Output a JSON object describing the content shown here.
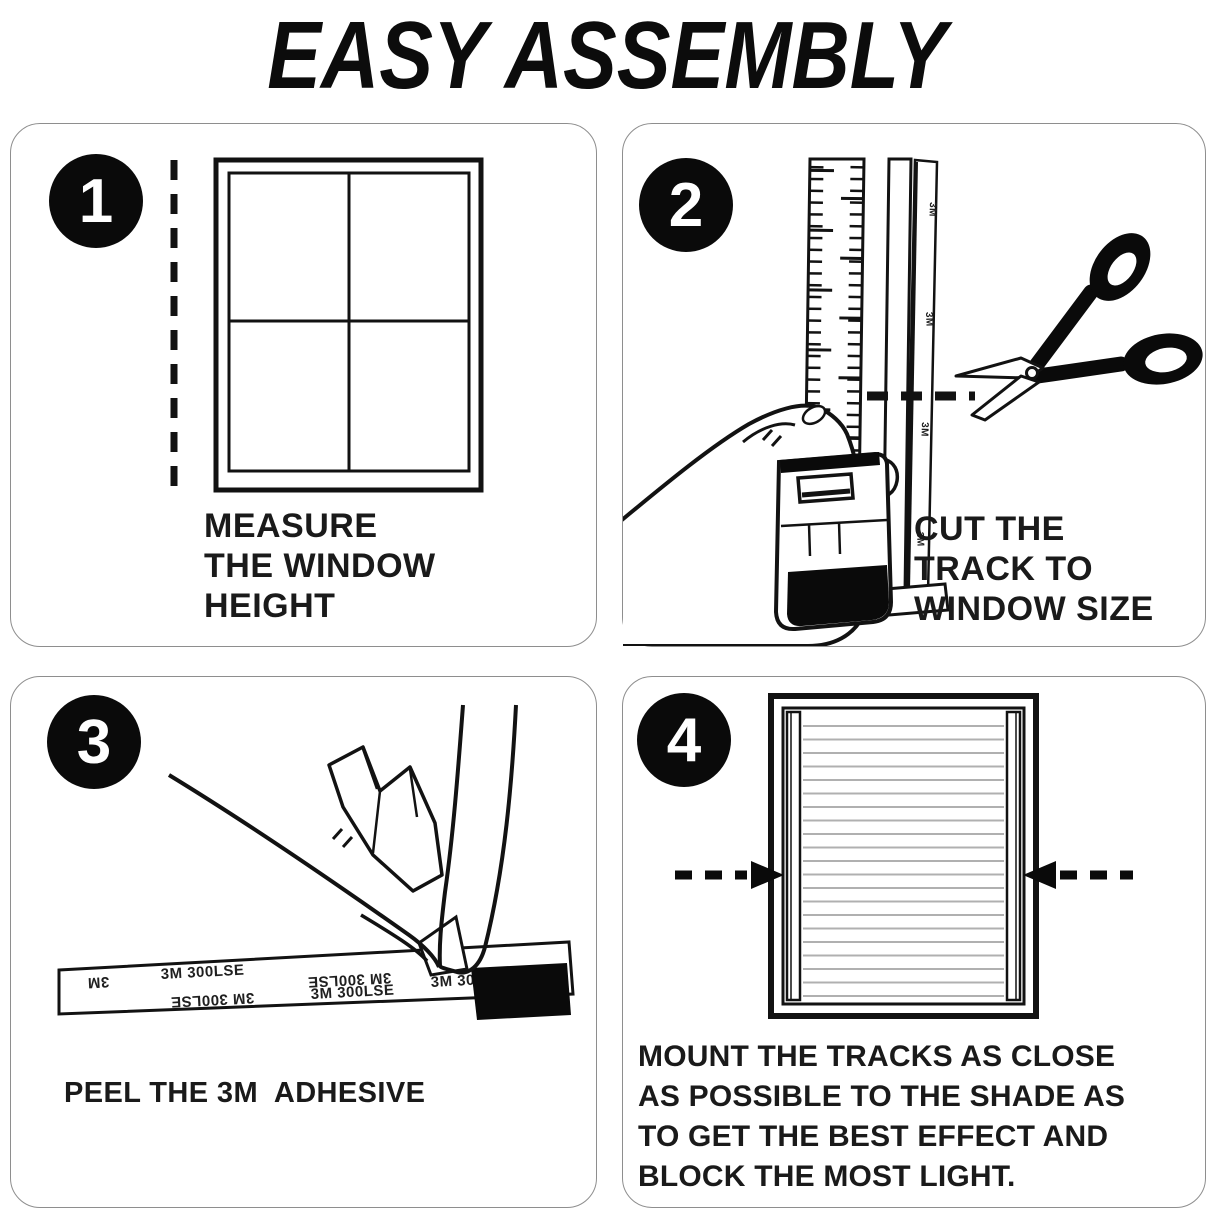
{
  "title": "EASY ASSEMBLY",
  "colors": {
    "background": "#ffffff",
    "ink": "#121212",
    "badge_background": "#0a0a0a",
    "badge_text": "#ffffff",
    "panel_border": "#8e8e8e",
    "shade_lines": "#b0b0b0"
  },
  "steps": [
    {
      "number": "1",
      "caption": "MEASURE\nTHE WINDOW\nHEIGHT",
      "illustration": "window-with-dashed-measure-line"
    },
    {
      "number": "2",
      "caption": "CUT THE\nTRACK TO\nWINDOW SIZE",
      "track_label": "3M",
      "illustration": "hand-holding-ruler-and-track-with-scissors-cut-line"
    },
    {
      "number": "3",
      "caption": "PEEL THE 3M  ADHESIVE",
      "brand_label": "3M",
      "adhesive_label": "3M 300LSE",
      "illustration": "fingers-peeling-adhesive-liner-strip"
    },
    {
      "number": "4",
      "caption": "MOUNT THE TRACKS AS CLOSE\nAS POSSIBLE TO THE SHADE AS\nTO GET THE BEST EFFECT AND\nBLOCK THE MOST LIGHT.",
      "illustration": "shade-in-window-with-inward-arrows"
    }
  ]
}
